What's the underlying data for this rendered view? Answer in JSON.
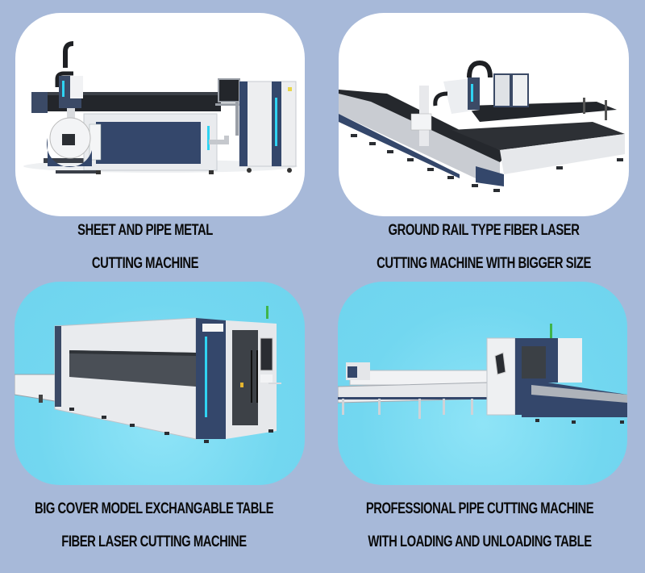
{
  "page": {
    "background_color": "#a7b9d9"
  },
  "products": [
    {
      "id": "sheet-and-pipe",
      "card_background": "#ffffff",
      "image_label": "sheet-and-pipe-laser-cutter-image",
      "caption_line1": "SHEET AND PIPE METAL",
      "caption_line2": "CUTTING MACHINE"
    },
    {
      "id": "ground-rail",
      "card_background": "#ffffff",
      "image_label": "ground-rail-fiber-laser-cutter-image",
      "caption_line1": "GROUND RAIL TYPE FIBER LASER",
      "caption_line2": "CUTTING MACHINE WITH BIGGER SIZE"
    },
    {
      "id": "big-cover",
      "card_background": "#72d7f0",
      "image_label": "big-cover-exchangeable-table-laser-cutter-image",
      "caption_line1": "BIG COVER MODEL EXCHANGABLE TABLE",
      "caption_line2": "FIBER LASER CUTTING MACHINE"
    },
    {
      "id": "pipe-cutting",
      "card_background": "#72d7f0",
      "image_label": "pipe-cutting-machine-with-loading-table-image",
      "caption_line1": "PROFESSIONAL PIPE CUTTING MACHINE",
      "caption_line2": "WITH LOADING AND UNLOADING TABLE"
    }
  ],
  "colors": {
    "machine_blue": "#34476b",
    "machine_white": "#eceef0",
    "machine_black": "#222428",
    "accent_cyan_strip": "#2fd3f2",
    "caption_text": "#0a0a0a"
  }
}
